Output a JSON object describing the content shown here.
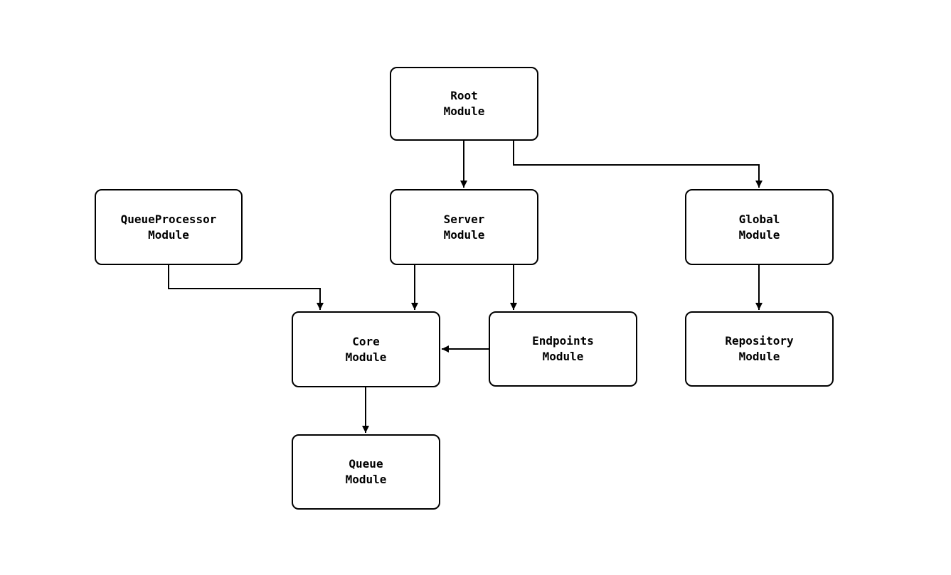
{
  "diagram": {
    "background_color": "#ffffff",
    "node_fill_color": "#ffffff",
    "node_border_color": "#000000",
    "edge_color": "#000000",
    "text_color": "#000000",
    "nodes": {
      "root": {
        "label": "Root\nModule"
      },
      "queueprocessor": {
        "label": "QueueProcessor\nModule"
      },
      "server": {
        "label": "Server\nModule"
      },
      "global": {
        "label": "Global\nModule"
      },
      "core": {
        "label": "Core\nModule"
      },
      "endpoints": {
        "label": "Endpoints\nModule"
      },
      "repository": {
        "label": "Repository\nModule"
      },
      "queue": {
        "label": "Queue\nModule"
      }
    },
    "edges": [
      {
        "from": "Root Module",
        "to": "Server Module"
      },
      {
        "from": "Root Module",
        "to": "Global Module"
      },
      {
        "from": "QueueProcessor Module",
        "to": "Core Module"
      },
      {
        "from": "Server Module",
        "to": "Core Module"
      },
      {
        "from": "Server Module",
        "to": "Endpoints Module"
      },
      {
        "from": "Endpoints Module",
        "to": "Core Module"
      },
      {
        "from": "Global Module",
        "to": "Repository Module"
      },
      {
        "from": "Core Module",
        "to": "Queue Module"
      }
    ]
  }
}
